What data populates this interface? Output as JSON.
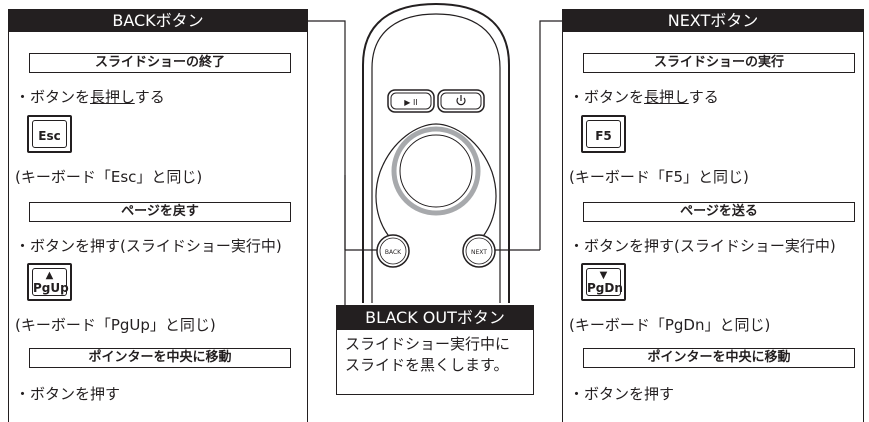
{
  "back_panel": {
    "title": "BACKボタン",
    "sections": [
      {
        "header": "スライドショーの終了",
        "instr_prefix": "・ボタンを",
        "instr_underline": "長押し",
        "instr_suffix": "する",
        "key_label": "Esc",
        "note": "(キーボード「Esc」と同じ)"
      },
      {
        "header": "ページを戻す",
        "instruction": "・ボタンを押す(スライドショー実行中)",
        "key_label": "PgUp",
        "key_arrow": "up-arrow-icon",
        "note": "(キーボード「PgUp」と同じ)"
      },
      {
        "header": "ポインターを中央に移動",
        "instruction": "・ボタンを押す"
      }
    ]
  },
  "next_panel": {
    "title": "NEXTボタン",
    "sections": [
      {
        "header": "スライドショーの実行",
        "instr_prefix": "・ボタンを",
        "instr_underline": "長押し",
        "instr_suffix": "する",
        "key_label": "F5",
        "note": "(キーボード「F5」と同じ)"
      },
      {
        "header": "ページを送る",
        "instruction": "・ボタンを押す(スライドショー実行中)",
        "key_label": "PgDn",
        "key_arrow": "down-arrow-icon",
        "note": "(キーボード「PgDn」と同じ)"
      },
      {
        "header": "ポインターを中央に移動",
        "instruction": "・ボタンを押す"
      }
    ]
  },
  "remote": {
    "play_pause_label": "▶ II",
    "power_icon": "power-icon",
    "back_label": "BACK",
    "next_label": "NEXT"
  },
  "blackout": {
    "title": "BLACK OUTボタン",
    "line1": "スライドショー実行中に",
    "line2": "スライドを黒くします。"
  },
  "colors": {
    "ink": "#231f20",
    "ring": "#a7a9ac"
  }
}
